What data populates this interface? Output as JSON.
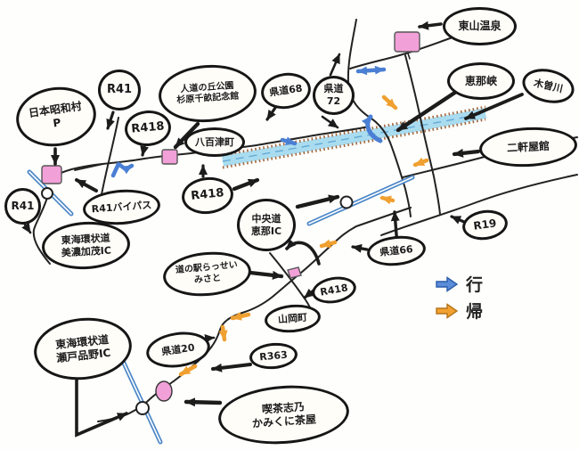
{
  "legend": {
    "going": "行",
    "return": "帰"
  },
  "colors": {
    "going_arrow": "#4a7fd4",
    "return_arrow": "#f0a030",
    "river": "#aadcf0",
    "expressway": "#4a86c8",
    "landmark_pink": "#f2a0d8"
  },
  "bubbles": [
    {
      "id": "nihon-showa-mura",
      "label": "日本昭和村\nP"
    },
    {
      "id": "r41-north",
      "label": "R41"
    },
    {
      "id": "r418-west",
      "label": "R418"
    },
    {
      "id": "jindo-no-oka-park",
      "label": "人道の丘公園\n杉原千畝記念館"
    },
    {
      "id": "kendo-68",
      "label": "県道68"
    },
    {
      "id": "yaotsu-cho",
      "label": "八百津町"
    },
    {
      "id": "kendo-72",
      "label": "県道\n72"
    },
    {
      "id": "higashiyama-onsen",
      "label": "東山温泉"
    },
    {
      "id": "enakyo",
      "label": "恵那峡"
    },
    {
      "id": "kisogawa",
      "label": "木曽川"
    },
    {
      "id": "nikenya-kan",
      "label": "二軒屋館"
    },
    {
      "id": "r418-yaotsu",
      "label": "R418"
    },
    {
      "id": "r41-bypass",
      "label": "R41バイパス"
    },
    {
      "id": "r41-west",
      "label": "R41"
    },
    {
      "id": "minokamo-ic",
      "label": "東海環状道\n美濃加茂IC"
    },
    {
      "id": "ena-ic",
      "label": "中央道\n恵那IC"
    },
    {
      "id": "rassei-misato",
      "label": "道の駅らっせい\nみさと"
    },
    {
      "id": "kendo-66",
      "label": "県道66"
    },
    {
      "id": "r19",
      "label": "R19"
    },
    {
      "id": "r418-south",
      "label": "R418"
    },
    {
      "id": "yamaoka-cho",
      "label": "山岡町"
    },
    {
      "id": "kendo-20",
      "label": "県道20"
    },
    {
      "id": "r363",
      "label": "R363"
    },
    {
      "id": "seto-shinano-ic",
      "label": "東海環状道\n瀬戸品野IC"
    },
    {
      "id": "kissa-shino",
      "label": "喫茶志乃\nかみくに茶屋"
    }
  ]
}
